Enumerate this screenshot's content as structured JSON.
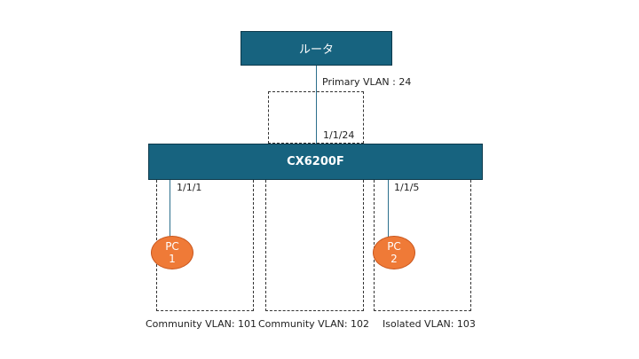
{
  "diagram": {
    "router": {
      "label": "ルータ"
    },
    "switch": {
      "label": "CX6200F"
    },
    "uplink": {
      "vlan_label": "Primary VLAN : 24",
      "port": "1/1/24"
    },
    "pcs": [
      {
        "line1": "PC",
        "line2": "1",
        "port": "1/1/1"
      },
      {
        "line1": "PC",
        "line2": "2",
        "port": "1/1/5"
      }
    ],
    "vlans": [
      {
        "label": "Community VLAN: 101"
      },
      {
        "label": "Community VLAN: 102"
      },
      {
        "label": "Isolated VLAN: 103"
      }
    ]
  },
  "colors": {
    "device_fill": "#17637f",
    "pc_fill": "#ef7a37",
    "link": "#2c6f8c"
  }
}
